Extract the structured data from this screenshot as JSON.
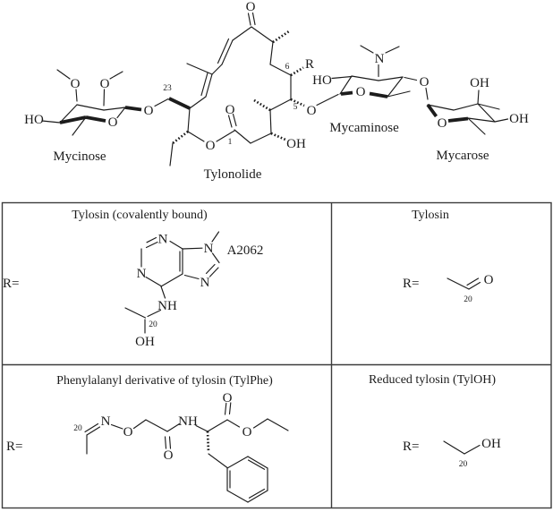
{
  "document": {
    "background_color": "#ffffff",
    "ink_color": "#1c1c1c",
    "table_border_color": "#3c3c3c"
  },
  "top_structure": {
    "names": {
      "mycinose": "Mycinose",
      "tylonolide": "Tylonolide",
      "mycaminose": "Mycaminose",
      "mycarose": "Mycarose"
    },
    "atom_labels": {
      "o": "O",
      "oh": "OH",
      "ho": "HO",
      "n": "N",
      "r": "R"
    },
    "position_numbers": {
      "c1": "1",
      "c5": "5",
      "c6": "6",
      "c23": "23"
    }
  },
  "variants_table": {
    "r_prefix": "R=",
    "cells": [
      {
        "title": "Tylosin (covalently bound)",
        "annotation": "A2062",
        "labels": {
          "n": "N",
          "nh": "NH",
          "oh": "OH"
        },
        "position_number": "20"
      },
      {
        "title": "Tylosin",
        "labels": {
          "o": "O"
        },
        "position_number": "20"
      },
      {
        "title": "Phenylalanyl derivative of tylosin (TylPhe)",
        "labels": {
          "n": "N",
          "o": "O",
          "nh": "NH"
        },
        "position_number": "20"
      },
      {
        "title": "Reduced tylosin (TylOH)",
        "labels": {
          "oh": "OH"
        },
        "position_number": "20"
      }
    ]
  }
}
